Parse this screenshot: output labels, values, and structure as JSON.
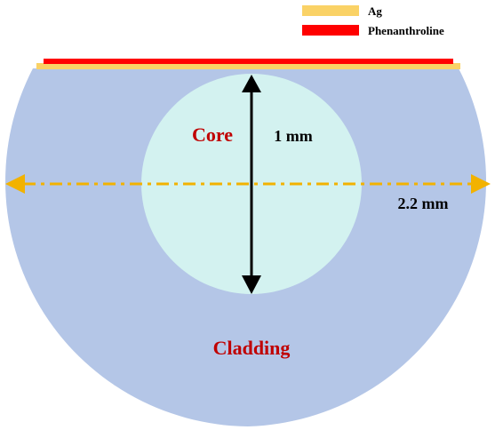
{
  "legend": {
    "items": [
      {
        "label": "Ag",
        "color": "#FAD266"
      },
      {
        "label": "Phenanthroline",
        "color": "#FF0000"
      }
    ]
  },
  "labels": {
    "core": "Core",
    "cladding": "Cladding",
    "core_diameter": "1 mm",
    "fiber_diameter": "2.2 mm"
  },
  "colors": {
    "cladding": "#B4C6E7",
    "core": "#D3F2F0",
    "ag_layer": "#FAD266",
    "phenanthroline_layer": "#FF0000",
    "label_red": "#C00000",
    "dimension_black": "#000000",
    "dimension_orange": "#F2B200"
  }
}
